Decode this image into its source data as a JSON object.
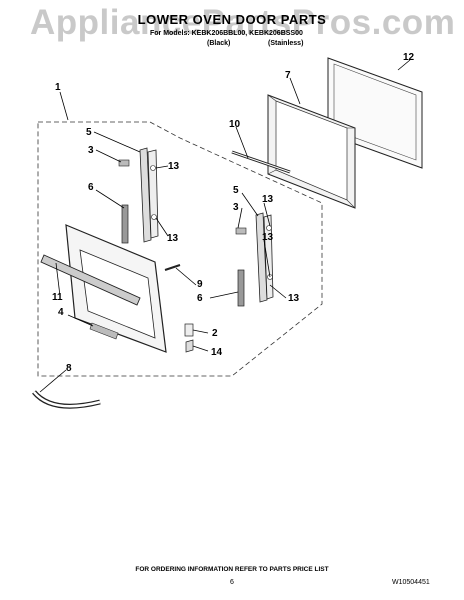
{
  "watermark": "AppliancePartsPros.com",
  "header": {
    "title": "LOWER OVEN DOOR PARTS",
    "models_line": "For Models: KEBK206BBL00, KEBK206BSS00",
    "finish_black": "(Black)",
    "finish_stainless": "(Stainless)"
  },
  "callouts": {
    "c1": "1",
    "c2": "2",
    "c3a": "3",
    "c3b": "3",
    "c4": "4",
    "c5a": "5",
    "c5b": "5",
    "c6a": "6",
    "c6b": "6",
    "c7": "7",
    "c8": "8",
    "c9": "9",
    "c10": "10",
    "c11": "11",
    "c12": "12",
    "c13a": "13",
    "c13b": "13",
    "c13c": "13",
    "c13d": "13",
    "c14": "14"
  },
  "footer": {
    "note": "FOR ORDERING INFORMATION REFER TO PARTS PRICE LIST",
    "page_number": "6",
    "doc_number": "W10504451"
  }
}
